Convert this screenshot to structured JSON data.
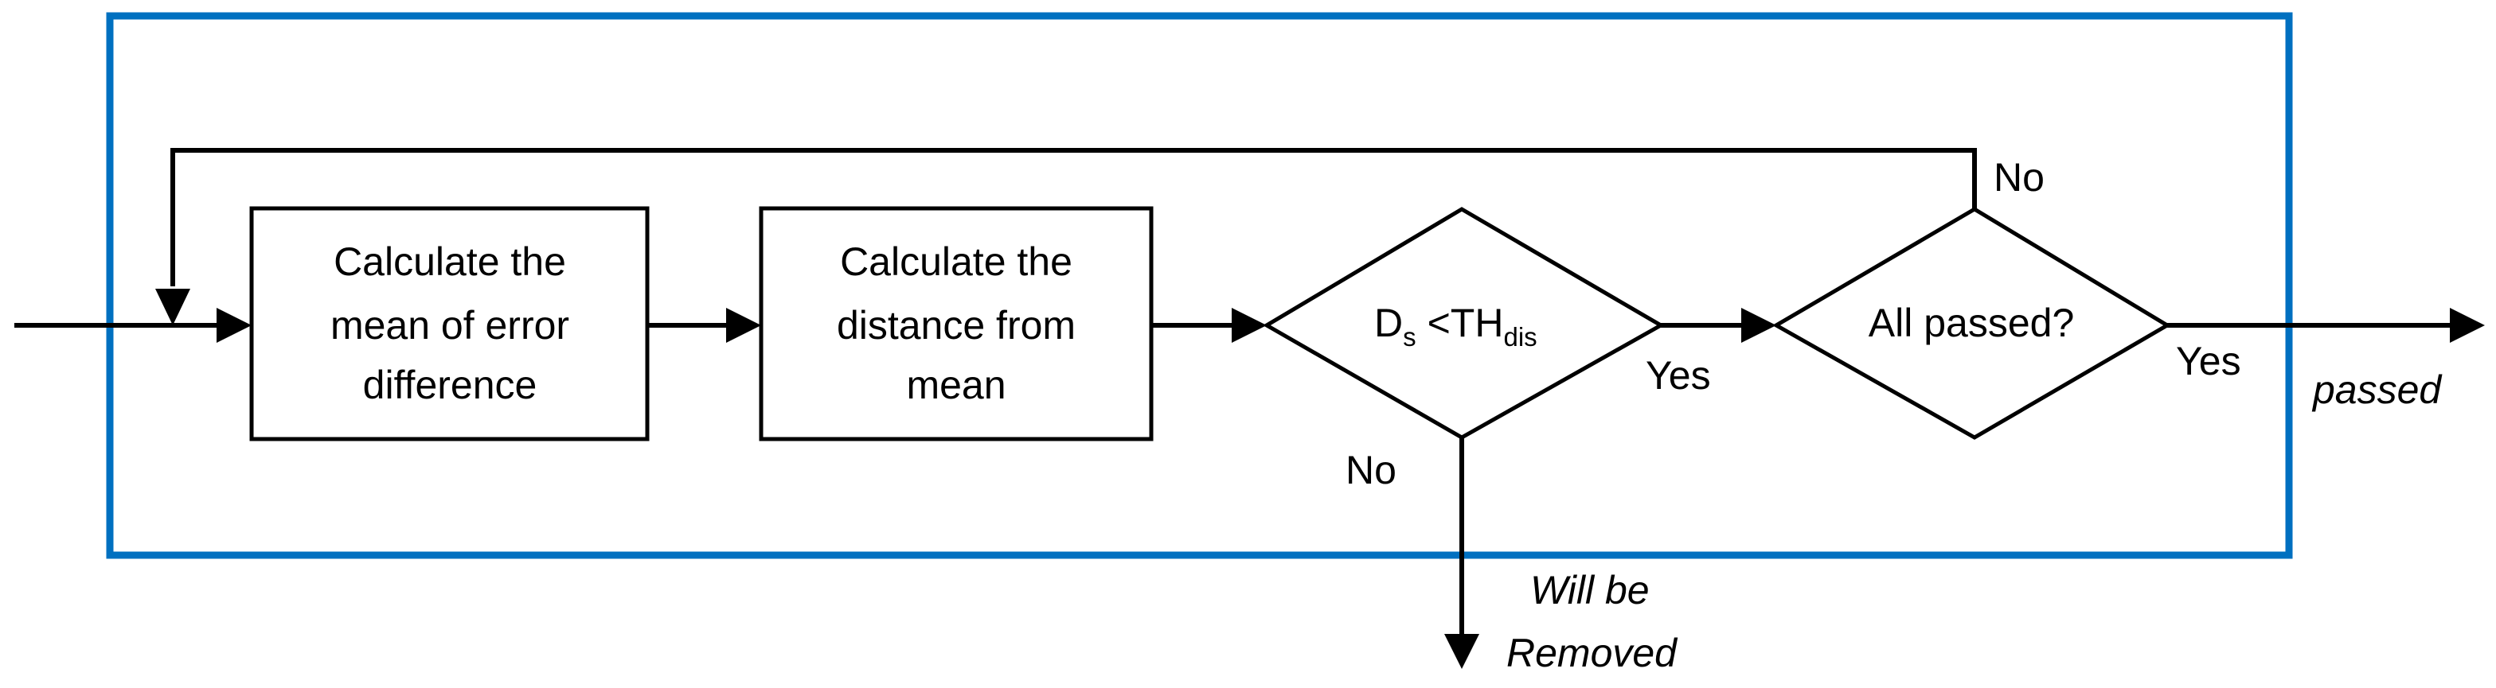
{
  "colors": {
    "frame": "#0070C0",
    "lines": "#000000",
    "background": "#FFFFFF"
  },
  "boxes": {
    "mean_error": {
      "line1": "Calculate the",
      "line2": "mean of error",
      "line3": "difference"
    },
    "distance": {
      "line1": "Calculate the",
      "line2": "distance from",
      "line3": "mean"
    }
  },
  "decisions": {
    "threshold": {
      "d": "D",
      "d_sub": "s",
      "op": "<TH",
      "th_sub": "dis"
    },
    "all_passed": {
      "text": "All passed?"
    }
  },
  "edge_labels": {
    "threshold_yes": "Yes",
    "threshold_no": "No",
    "all_passed_yes": "Yes",
    "all_passed_no": "No"
  },
  "outputs": {
    "passed": "passed",
    "removed_line1": "Will be",
    "removed_line2": "Removed"
  }
}
